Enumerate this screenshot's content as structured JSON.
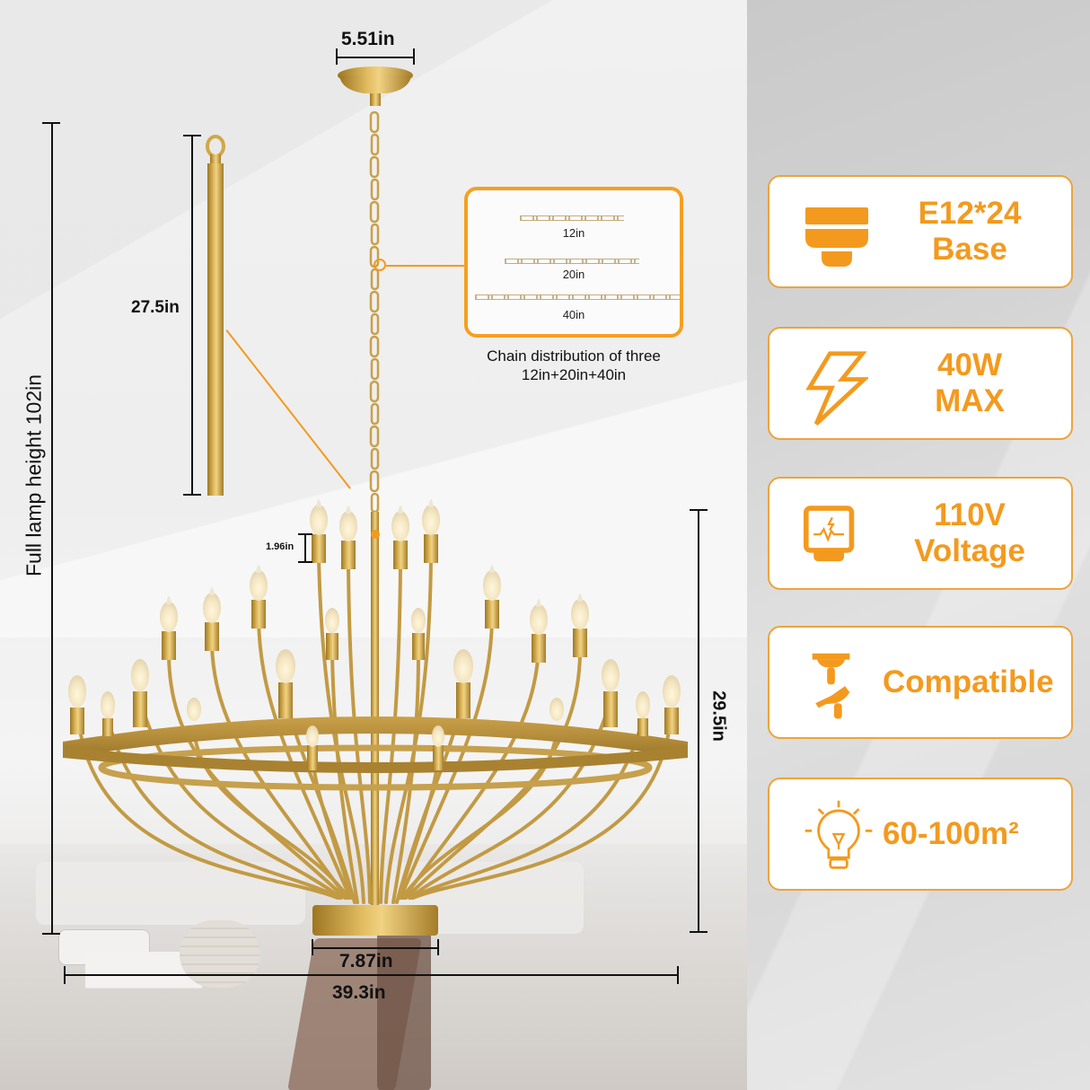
{
  "product": {
    "name": "Gold candle-style chandelier",
    "finish_color": "#c9a04a"
  },
  "dimensions": {
    "canopy_width": "5.51in",
    "rod_length": "27.5in",
    "full_height": "Full lamp height 102in",
    "socket_height": "1.96in",
    "body_height": "29.5in",
    "bottom_width": "7.87in",
    "total_width": "39.3in"
  },
  "chain_info": {
    "chains": [
      {
        "label": "12in"
      },
      {
        "label": "20in"
      },
      {
        "label": "40in"
      }
    ],
    "caption_line1": "Chain distribution of three",
    "caption_line2": "12in+20in+40in"
  },
  "features": [
    {
      "icon": "bulb-base-icon",
      "line1": "E12*24",
      "line2": "Base"
    },
    {
      "icon": "lightning-bolt-icon",
      "line1": "40W",
      "line2": "MAX"
    },
    {
      "icon": "voltage-monitor-icon",
      "line1": "110V",
      "line2": "Voltage"
    },
    {
      "icon": "ceiling-mount-compatible-icon",
      "line1": "Compatible",
      "line2": ""
    },
    {
      "icon": "light-bulb-area-icon",
      "line1": "60-100m²",
      "line2": ""
    }
  ],
  "colors": {
    "accent_orange": "#f39a1e",
    "card_border": "#eca43c",
    "dimension_line": "#111111"
  }
}
